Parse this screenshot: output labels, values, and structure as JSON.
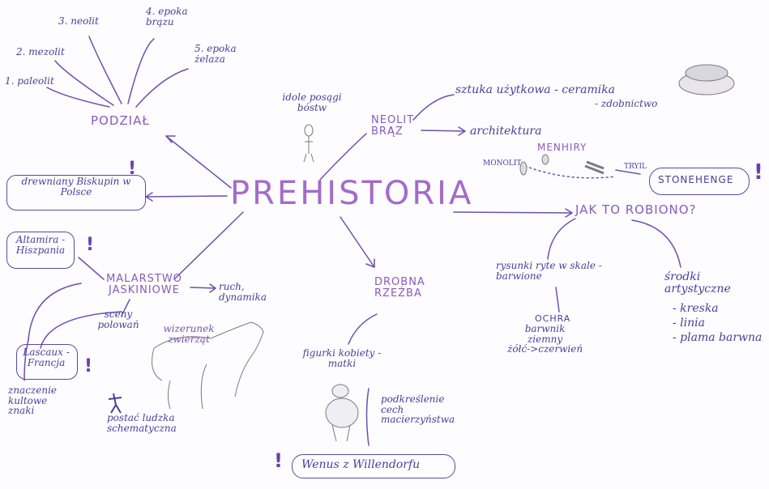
{
  "mindmap": {
    "center": "PREHISTORIA",
    "podzial": {
      "label": "PODZIAŁ",
      "periods": [
        "1. paleolit",
        "2. mezolit",
        "3. neolit",
        "4. epoka brązu",
        "5. epoka żelaza"
      ]
    },
    "biskupin": "drewniany Biskupin w Polsce",
    "neolit": {
      "label": "NEOLIT BRĄZ",
      "idols": "idole posągi bóstw",
      "applied_art": "sztuka użytkowa - ceramika",
      "applied_art_2": "- zdobnictwo",
      "architecture": "architektura"
    },
    "menhiry": {
      "label": "MENHIRY",
      "monolit": "MONOLIT",
      "trylit": "TRYIL",
      "stonehenge": "STONEHENGE"
    },
    "jak": {
      "label": "JAK TO ROBIONO?",
      "drawings": "rysunki ryte w skale - barwione",
      "ochra": "OCHRA",
      "ochra_detail": [
        "barwnik",
        "ziemny",
        "żółć->czerwień"
      ],
      "means_title": [
        "środki",
        "artystyczne"
      ],
      "means": [
        "- kreska",
        "- linia",
        "- plama barwna"
      ]
    },
    "malarstwo": {
      "label": "MALARSTWO JASKINIOWE",
      "altamira": "Altamira - Hiszpania",
      "lascaux": "Lascaux - Francja",
      "hunting": "sceny polowań",
      "motion": "ruch, dynamika",
      "cult": "znaczenie kultowe znaki",
      "animals": "wizerunek zwierząt",
      "human": "postać ludzka schematyczna"
    },
    "rzezba": {
      "label": "DROBNA RZEŹBA",
      "figurines": "figurki kobiety - matki",
      "emphasis": [
        "podkreślenie",
        "cech",
        "macierzyństwa"
      ],
      "venus": "Wenus z Willendorfu"
    }
  },
  "colors": {
    "ink": "#4a3f9a",
    "accent": "#a56bc9",
    "paper": "#fdfcfe"
  }
}
